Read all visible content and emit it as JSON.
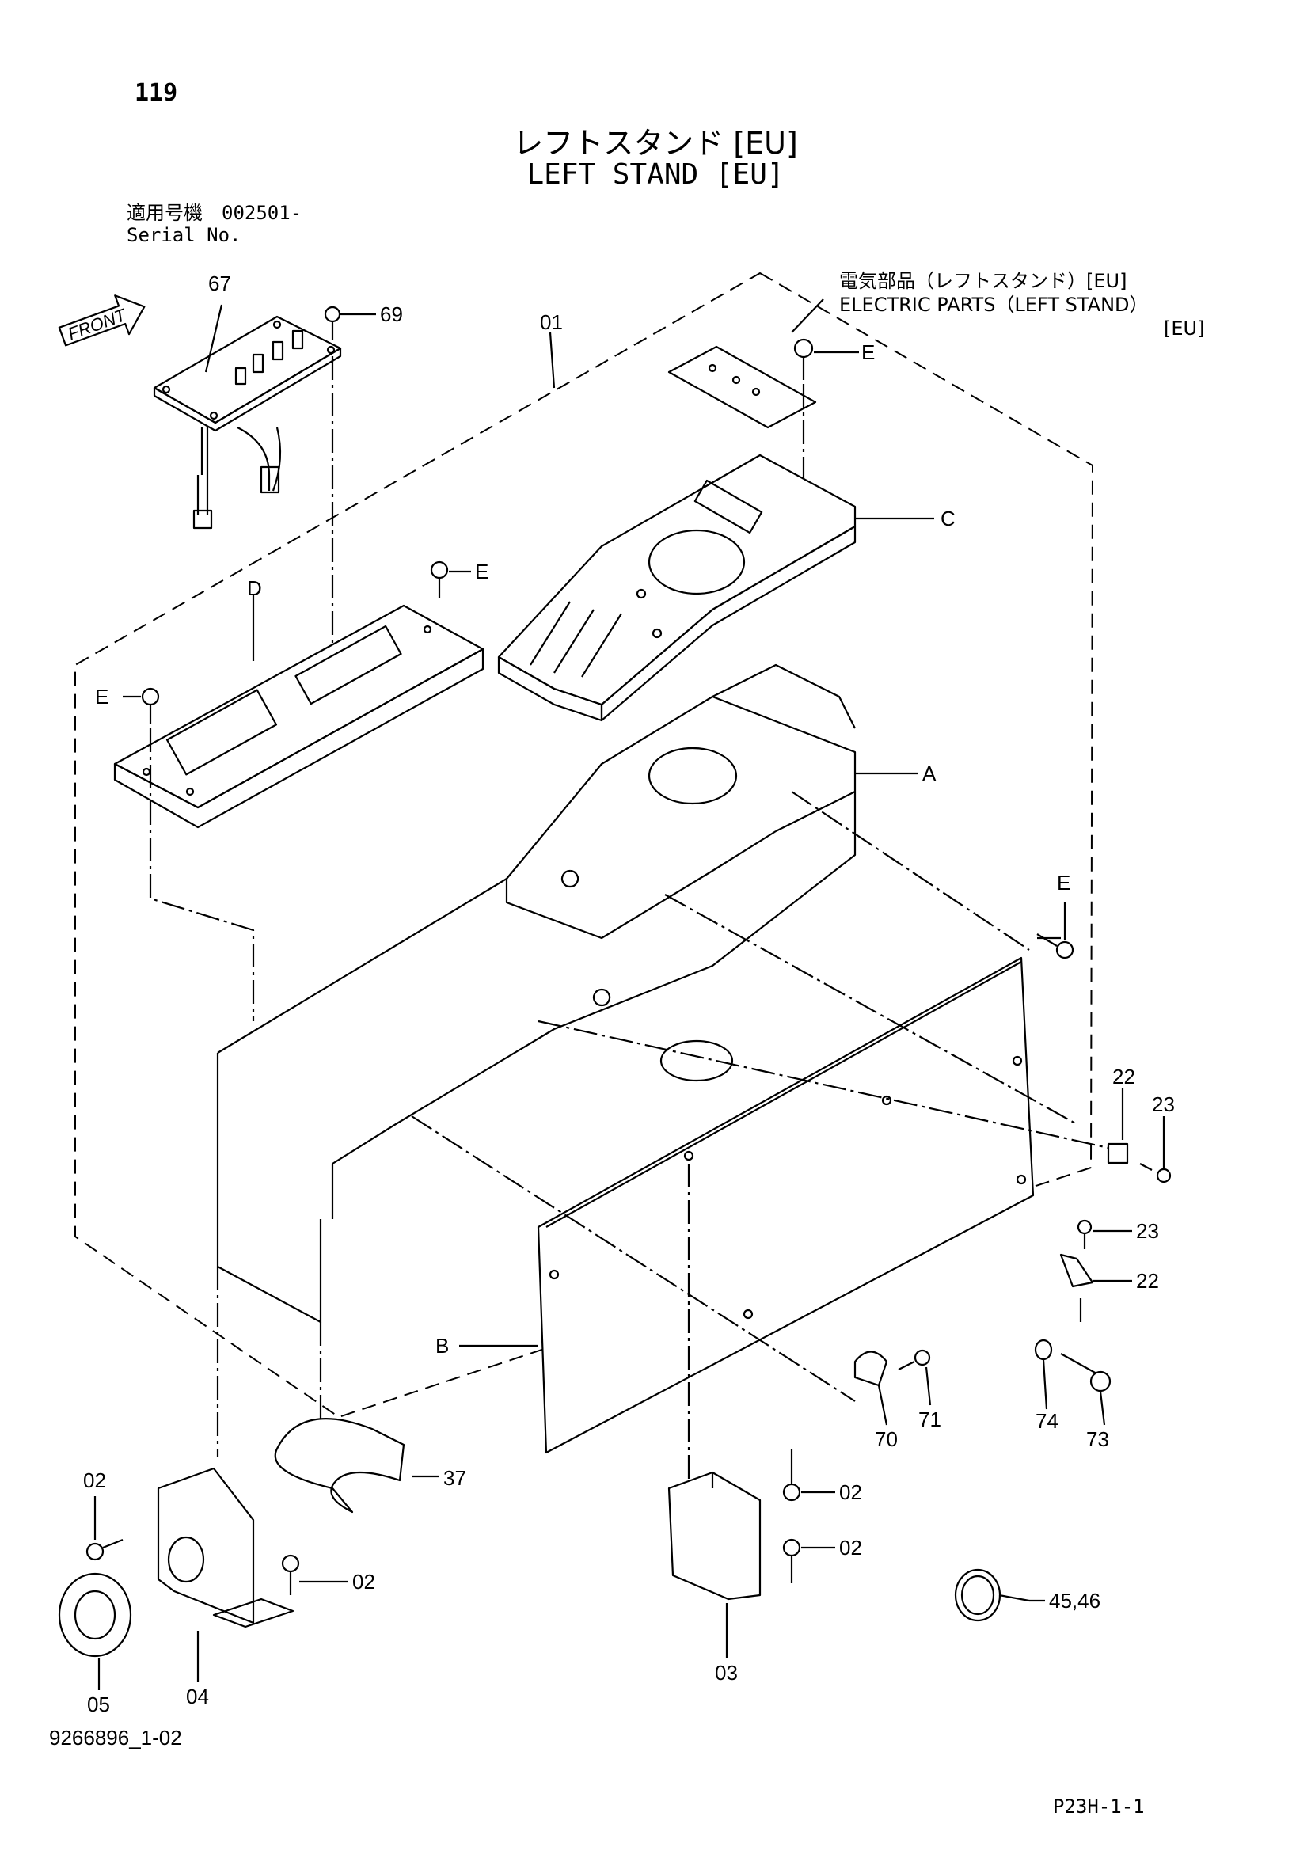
{
  "page_number": "119",
  "title_jp": "レフトスタンド [EU]",
  "title_en": "LEFT STAND [EU]",
  "serial": {
    "jp": "適用号機　002501-",
    "en": "Serial No."
  },
  "electric_parts": {
    "jp": "電気部品（レフトスタンド）[EU]",
    "en": "ELECTRIC  PARTS（LEFT STAND）",
    "suffix": "[EU]"
  },
  "front_label": "FRONT",
  "labels": {
    "l67": "67",
    "l69": "69",
    "l01": "01",
    "eTop": "E",
    "c": "C",
    "d": "D",
    "eMid": "E",
    "eLeft": "E",
    "a": "A",
    "eRight": "E",
    "l22a": "22",
    "l23a": "23",
    "l23b": "23",
    "l22b": "22",
    "b": "B",
    "l74": "74",
    "l73": "73",
    "l70": "70",
    "l71": "71",
    "l02a": "02",
    "l37": "37",
    "l02b": "02",
    "l02c": "02",
    "l02d": "02",
    "l4546": "45,46",
    "l05": "05",
    "l04": "04",
    "l03": "03"
  },
  "drawing_number": "9266896_1-02",
  "page_code": "P23H-1-1"
}
